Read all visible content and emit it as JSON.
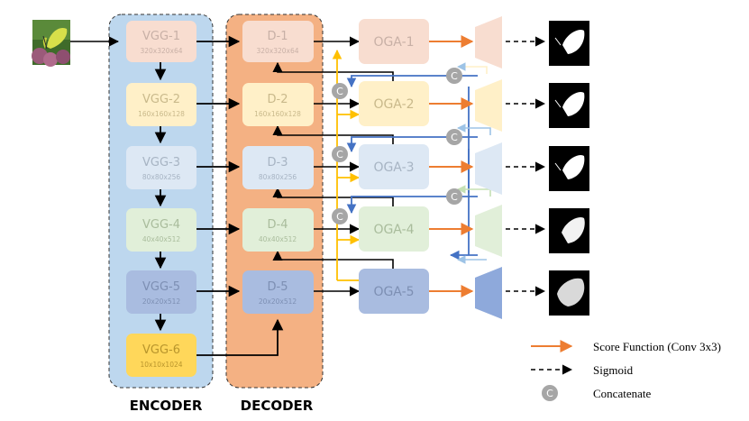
{
  "encoder": {
    "label": "ENCODER",
    "blocks": [
      {
        "name": "VGG-1",
        "dims": "320x320x64",
        "fill": "#f8ddd0",
        "text": "#c8b0a6"
      },
      {
        "name": "VGG-2",
        "dims": "160x160x128",
        "fill": "#fff0c8",
        "text": "#c9b98b"
      },
      {
        "name": "VGG-3",
        "dims": "80x80x256",
        "fill": "#dde8f4",
        "text": "#a7b4c3"
      },
      {
        "name": "VGG-4",
        "dims": "40x40x512",
        "fill": "#e1efd9",
        "text": "#a9bc9c"
      },
      {
        "name": "VGG-5",
        "dims": "20x20x512",
        "fill": "#a9bce0",
        "text": "#7d8fb3"
      },
      {
        "name": "VGG-6",
        "dims": "10x10x1024",
        "fill": "#ffd75a",
        "text": "#b8952c"
      }
    ]
  },
  "decoder": {
    "label": "DECODER",
    "blocks": [
      {
        "name": "D-1",
        "dims": "320x320x64",
        "fill": "#f8ddd0",
        "text": "#c8b0a6"
      },
      {
        "name": "D-2",
        "dims": "160x160x128",
        "fill": "#fff0c8",
        "text": "#c9b98b"
      },
      {
        "name": "D-3",
        "dims": "80x80x256",
        "fill": "#dde8f4",
        "text": "#a7b4c3"
      },
      {
        "name": "D-4",
        "dims": "40x40x512",
        "fill": "#e1efd9",
        "text": "#a9bc9c"
      },
      {
        "name": "D-5",
        "dims": "20x20x512",
        "fill": "#a9bce0",
        "text": "#7d8fb3"
      }
    ]
  },
  "oga": {
    "blocks": [
      {
        "name": "OGA-1",
        "fill": "#f8ddd0",
        "text": "#c8b0a6"
      },
      {
        "name": "OGA-2",
        "fill": "#fff0c8",
        "text": "#c9b98b"
      },
      {
        "name": "OGA-3",
        "fill": "#dde8f4",
        "text": "#a7b4c3"
      },
      {
        "name": "OGA-4",
        "fill": "#e1efd9",
        "text": "#a9bc9c"
      },
      {
        "name": "OGA-5",
        "fill": "#a9bce0",
        "text": "#7d8fb3"
      }
    ]
  },
  "concat_symbol": "C",
  "legend": {
    "score_function": "Score Function (Conv 3x3)",
    "sigmoid": "Sigmoid",
    "concatenate": "Concatenate"
  },
  "colors": {
    "encoder_panel": "#bdd7ee",
    "decoder_panel": "#f4b183",
    "orange_arrow": "#ed7d31",
    "yellow_line": "#ffc000",
    "blue_line": "#4472c4",
    "light_blue_line": "#9dc3e6",
    "concat_circle": "#a6a6a6"
  }
}
